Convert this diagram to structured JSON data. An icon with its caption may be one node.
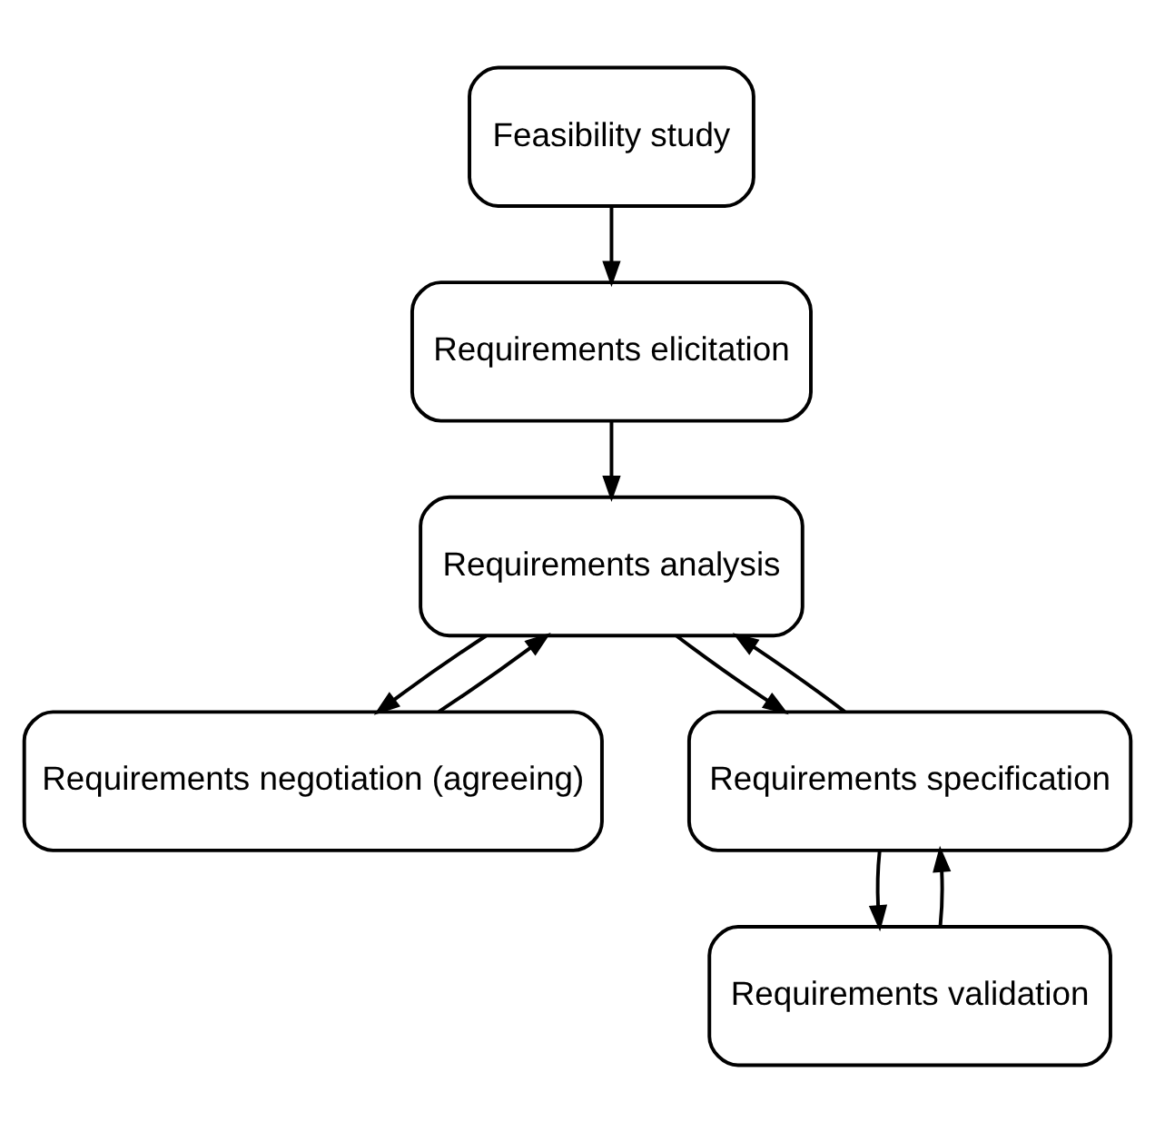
{
  "diagram": {
    "nodes": [
      {
        "text": [
          "Feasibility study"
        ]
      },
      {
        "text": [
          "Requirements elicitation"
        ]
      },
      {
        "text": [
          "Requirements analysis"
        ]
      },
      {
        "text": [
          "Requirements negotiation (agreeing)"
        ]
      },
      {
        "text": [
          "Requirements specification"
        ]
      },
      {
        "text": [
          "Requirements validation"
        ]
      }
    ],
    "edges": [
      {
        "from": 0,
        "to": 1,
        "arrow": "to"
      },
      {
        "from": 1,
        "to": 2,
        "arrow": "to"
      },
      {
        "from": 2,
        "to": 3,
        "arrow": "to"
      },
      {
        "from": 3,
        "to": 2,
        "arrow": "to"
      },
      {
        "from": 2,
        "to": 4,
        "arrow": "to"
      },
      {
        "from": 4,
        "to": 2,
        "arrow": "to"
      },
      {
        "from": 4,
        "to": 5,
        "arrow": "to"
      },
      {
        "from": 5,
        "to": 4,
        "arrow": "to"
      }
    ]
  }
}
